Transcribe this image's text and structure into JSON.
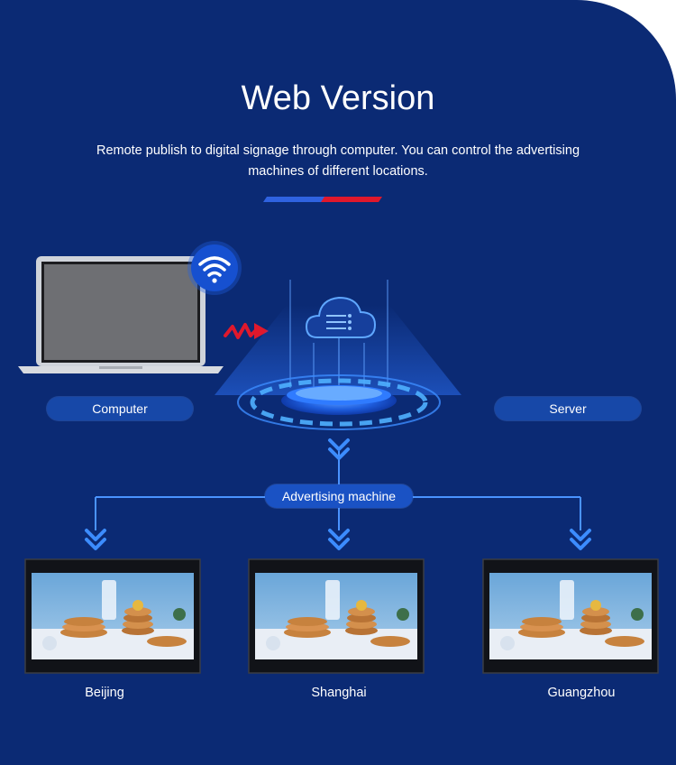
{
  "title": "Web Version",
  "description": "Remote publish to digital signage through computer. You can control the advertising machines of different locations.",
  "nodes": {
    "computer": "Computer",
    "server": "Server",
    "advertising_machine": "Advertising machine"
  },
  "locations": [
    "Beijing",
    "Shanghai",
    "Guangzhou"
  ],
  "icons": [
    "laptop-icon",
    "wifi-icon",
    "cloud-server-icon",
    "signal-arrow-icon",
    "down-arrow-icon",
    "display-screen-icon"
  ],
  "colors": {
    "background": "#0b2a74",
    "accent_blue": "#2f7bff",
    "accent_red": "#e0182c",
    "line": "#4a93ff"
  }
}
